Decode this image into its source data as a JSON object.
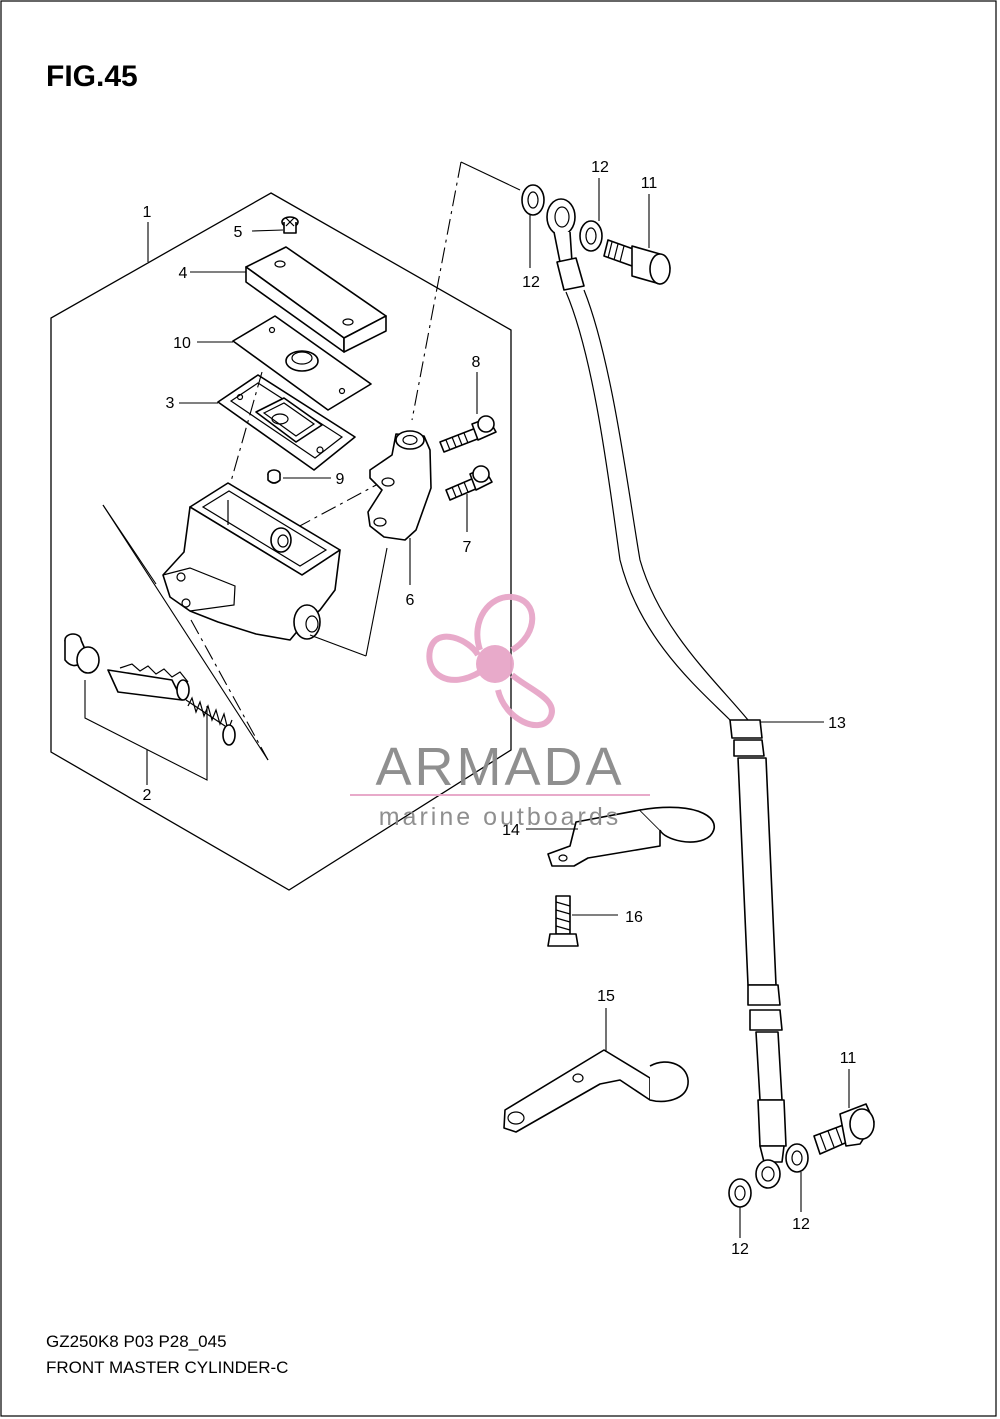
{
  "figure": {
    "title": "FIG.45",
    "code": "GZ250K8 P03 P28_045",
    "description": "FRONT MASTER CYLINDER-C"
  },
  "watermark": {
    "brand": "ARMADA",
    "tagline": "marine outboards",
    "logo_icon": "propeller-icon",
    "colors": {
      "logo": "#e7a6c8",
      "text": "#8a8a8a"
    }
  },
  "callouts": {
    "c1": "1",
    "c2": "2",
    "c3": "3",
    "c4": "4",
    "c5": "5",
    "c6": "6",
    "c7": "7",
    "c8": "8",
    "c9": "9",
    "c10": "10",
    "c11_top": "11",
    "c11_bottom": "11",
    "c12_top_a": "12",
    "c12_top_b": "12",
    "c12_bottom_a": "12",
    "c12_bottom_b": "12",
    "c13": "13",
    "c14": "14",
    "c15": "15",
    "c16": "16"
  }
}
